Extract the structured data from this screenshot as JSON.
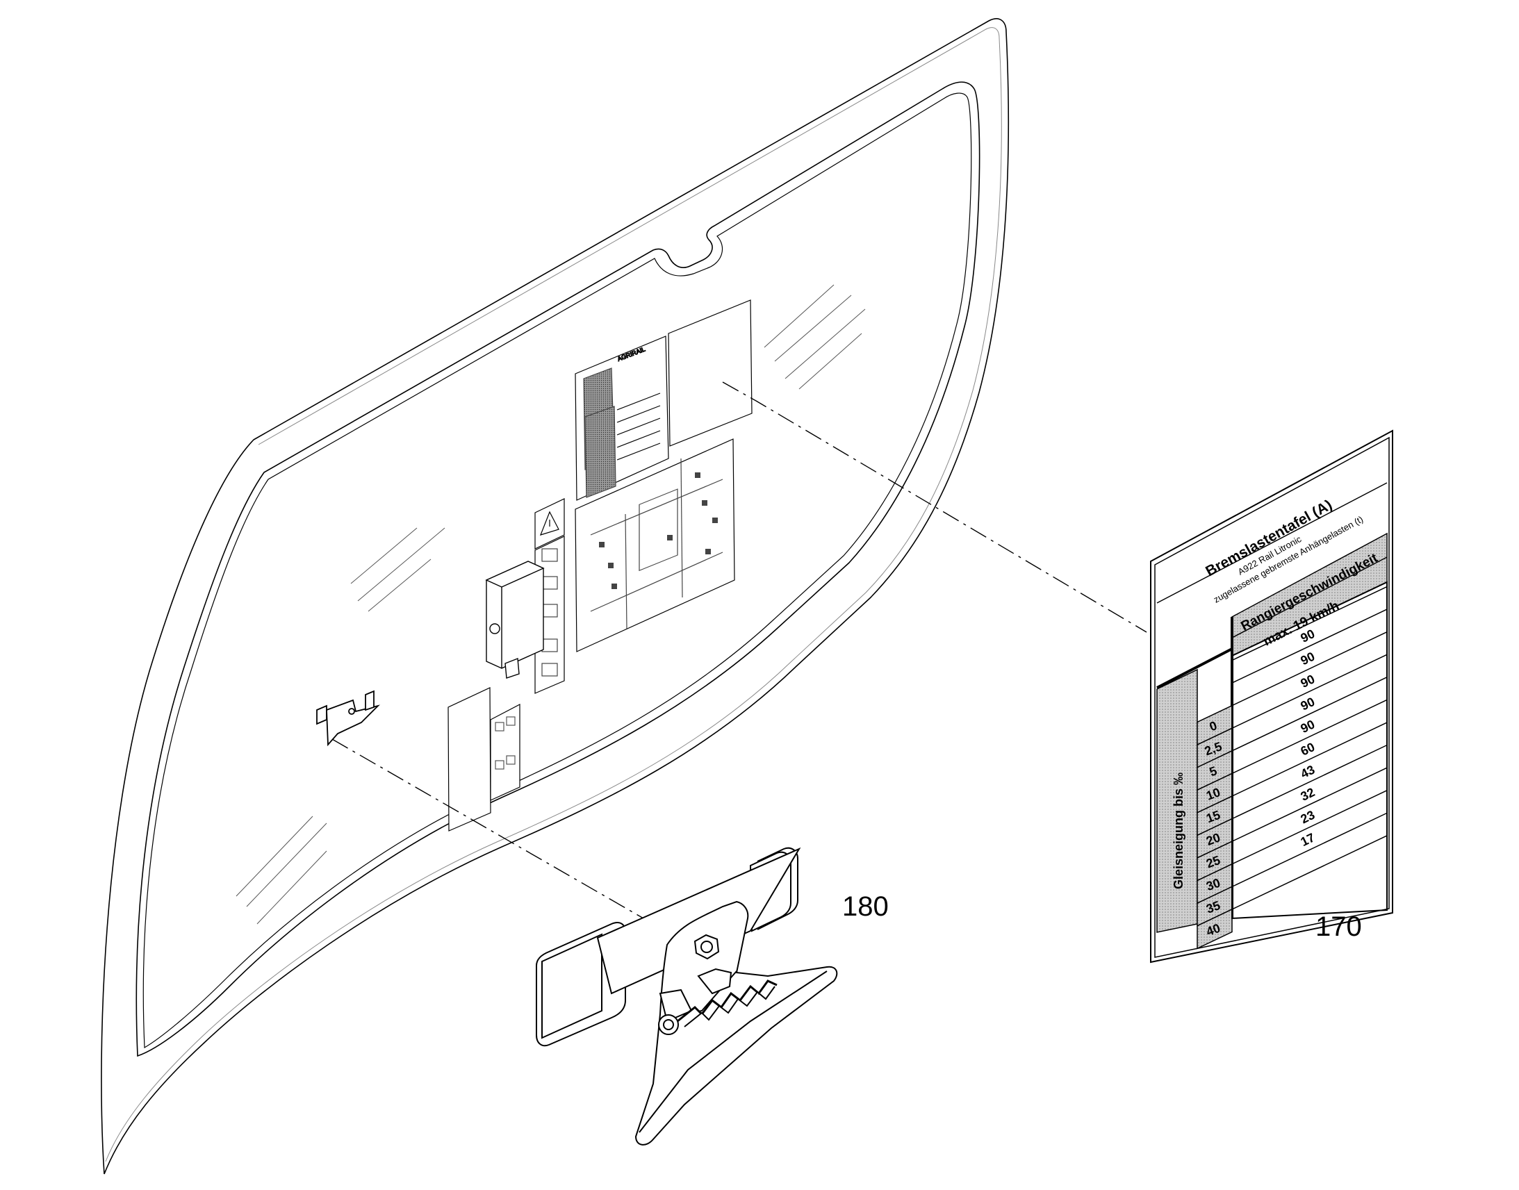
{
  "callouts": {
    "clip": "180",
    "brake_plate": "170"
  },
  "plate": {
    "title": "Bremslastentafel  (A)",
    "model": "A922 Rail Litronic",
    "subtitle": "zugelassene gebremste Anhängelasten (t)",
    "column_header": "Rangiergeschwindigkeit",
    "speed": "max. 19 km/h",
    "gradient_label": "Gleisneigung bis ‰",
    "gradients": [
      "0",
      "2,5",
      "5",
      "10",
      "15",
      "20",
      "25",
      "30",
      "35",
      "40"
    ],
    "loads": [
      "90",
      "90",
      "90",
      "90",
      "90",
      "60",
      "43",
      "32",
      "23",
      "17"
    ]
  },
  "colors": {
    "line": "#000000",
    "background": "#ffffff",
    "shade": "#c8c8c8"
  }
}
